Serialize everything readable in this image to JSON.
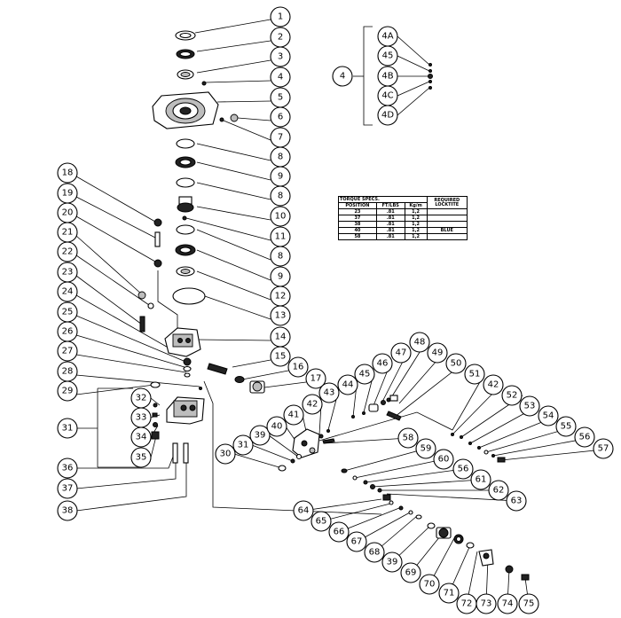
{
  "callouts": [
    "1",
    "2",
    "3",
    "4",
    "5",
    "6",
    "7",
    "8",
    "9",
    "8",
    "10",
    "11",
    "8",
    "9",
    "12",
    "13",
    "14",
    "15",
    "16",
    "17",
    "18",
    "19",
    "20",
    "21",
    "22",
    "23",
    "24",
    "25",
    "26",
    "27",
    "28",
    "29",
    "31",
    "32",
    "33",
    "34",
    "35",
    "36",
    "37",
    "38",
    "30",
    "31",
    "39",
    "40",
    "41",
    "42",
    "43",
    "44",
    "45",
    "46",
    "47",
    "48",
    "49",
    "50",
    "51",
    "42",
    "52",
    "53",
    "54",
    "55",
    "56",
    "57",
    "58",
    "59",
    "60",
    "56",
    "61",
    "62",
    "63",
    "64",
    "65",
    "66",
    "67",
    "68",
    "39",
    "69",
    "70",
    "71",
    "72",
    "73",
    "74",
    "75",
    "4",
    "4A",
    "45",
    "4B",
    "4C",
    "4D"
  ],
  "torque_table": {
    "title": "TORQUE SPECS.",
    "required": "REQUIRED",
    "locktite": "LOCKTITE",
    "headers": [
      "POSITION",
      "FT/LBS",
      "Kg/m"
    ],
    "rows": [
      {
        "position": "23",
        "ftlbs": ".81",
        "kgm": "1,2",
        "locktite": ""
      },
      {
        "position": "37",
        "ftlbs": ".81",
        "kgm": "1,2",
        "locktite": ""
      },
      {
        "position": "38",
        "ftlbs": ".81",
        "kgm": "1,2",
        "locktite": ""
      },
      {
        "position": "40",
        "ftlbs": ".81",
        "kgm": "1,2",
        "locktite": "BLUE"
      },
      {
        "position": "58",
        "ftlbs": ".81",
        "kgm": "1,2",
        "locktite": ""
      }
    ]
  }
}
